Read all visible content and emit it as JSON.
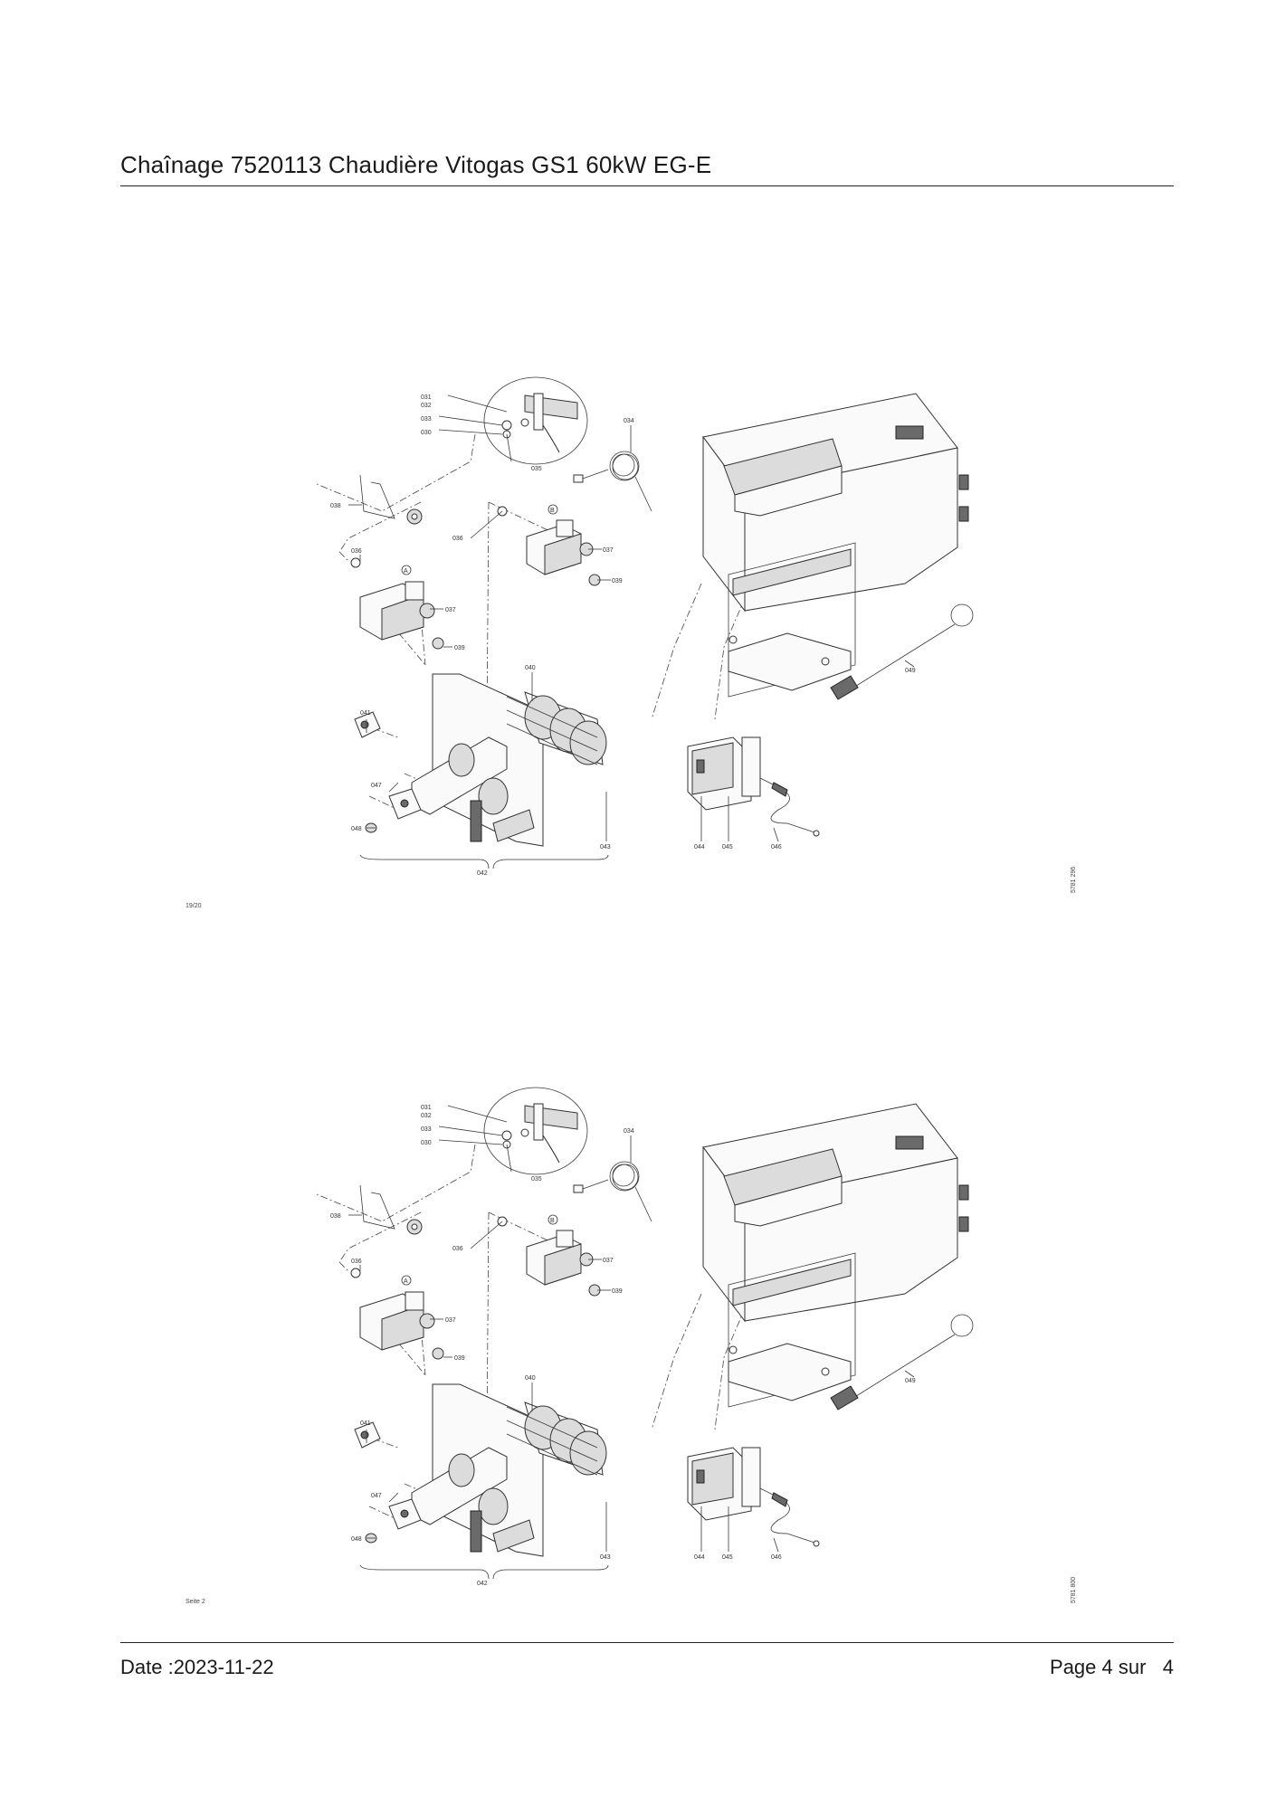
{
  "header": {
    "title": "Chaînage 7520113 Chaudière Vitogas GS1 60kW EG-E"
  },
  "figure_top": {
    "part_labels": {
      "p031": "031",
      "p032": "032",
      "p033": "033",
      "p030": "030",
      "p034": "034",
      "p035": "035",
      "p038": "038",
      "p036a": "036",
      "p036b": "036",
      "p037a": "037",
      "p037b": "037",
      "p039a": "039",
      "p039b": "039",
      "p040": "040",
      "p041": "041",
      "p042": "042",
      "p043": "043",
      "p044": "044",
      "p045": "045",
      "p046": "046",
      "p047": "047",
      "p048": "048",
      "p049": "049",
      "markA": "A",
      "markB": "B"
    },
    "page_marker": "19/20",
    "drawing_number": "5781 296"
  },
  "figure_bottom": {
    "part_labels": {
      "p031": "031",
      "p032": "032",
      "p033": "033",
      "p030": "030",
      "p034": "034",
      "p035": "035",
      "p038": "038",
      "p036a": "036",
      "p036b": "036",
      "p037a": "037",
      "p037b": "037",
      "p039a": "039",
      "p039b": "039",
      "p040": "040",
      "p041": "041",
      "p042": "042",
      "p043": "043",
      "p044": "044",
      "p045": "045",
      "p046": "046",
      "p047": "047",
      "p048": "048",
      "p049": "049",
      "markA": "A",
      "markB": "B"
    },
    "page_marker": "Seite 2",
    "drawing_number": "5781 800"
  },
  "footer": {
    "date": "Date :2023-11-22",
    "page": "Page 4 sur   4"
  }
}
